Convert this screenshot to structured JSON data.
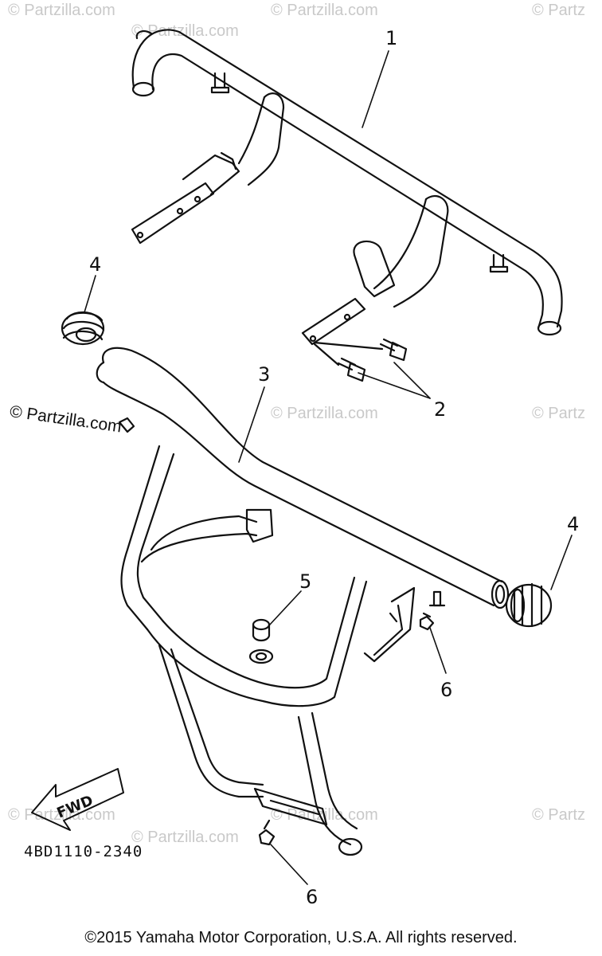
{
  "watermark": {
    "prominent": "© Partzilla.com",
    "faint": "© Partzilla.com",
    "faint_right": "© Partz"
  },
  "callouts": {
    "c1": "1",
    "c2": "2",
    "c3": "3",
    "c4a": "4",
    "c4b": "4",
    "c5": "5",
    "c6a": "6",
    "c6b": "6"
  },
  "fwd_label": "FWD",
  "diagram_code": "4BD1110-2340",
  "copyright": "©2015 Yamaha Motor Corporation, U.S.A. All rights reserved."
}
